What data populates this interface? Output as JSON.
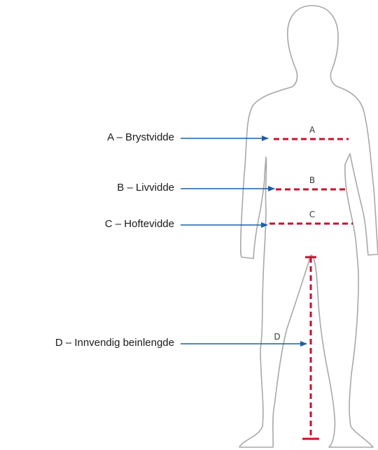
{
  "measurements": [
    {
      "id": "A",
      "label": "A – Brystvidde"
    },
    {
      "id": "B",
      "label": "B – Livvidde"
    },
    {
      "id": "C",
      "label": "C – Hoftevidde"
    },
    {
      "id": "D",
      "label": "D – Innvendig beinlengde"
    }
  ],
  "colors": {
    "outline": "#a8a8a8",
    "measure": "#c8102e",
    "arrow": "#1b5fa8",
    "text": "#1a1a1a"
  }
}
